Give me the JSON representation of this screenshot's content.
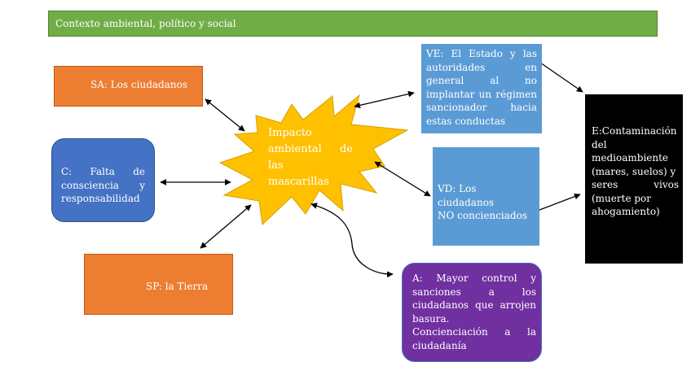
{
  "header": {
    "title": "Contexto ambiental, político y social"
  },
  "central": {
    "lines": [
      "Impacto",
      "ambiental de",
      "las",
      "mascarillas"
    ]
  },
  "nodes": {
    "sa": {
      "text": "SA: Los ciudadanos"
    },
    "c": {
      "lines": [
        "C: Falta de",
        "consciencia y",
        "responsabilidad"
      ]
    },
    "sp": {
      "text": "SP: la Tierra"
    },
    "ve": {
      "lines": [
        "VE: El Estado y las",
        "autoridades en",
        "general al no",
        "implantar un régimen",
        "sancionador hacia",
        "estas conductas"
      ]
    },
    "vd": {
      "lines": [
        "VD: Los ciudadanos",
        "NO concienciados"
      ]
    },
    "a": {
      "lines": [
        "A: Mayor control y",
        "sanciones a los",
        "ciudadanos que arrojen",
        "basura.",
        "Concienciación a la",
        "ciudadanía"
      ]
    },
    "e": {
      "lines": [
        "E:Contaminación",
        "del",
        "medioambiente",
        "(mares, suelos) y",
        "seres vivos",
        "(muerte por",
        "ahogamiento)"
      ]
    }
  },
  "colors": {
    "header": "#70ad47",
    "orange": "#ed7d31",
    "blue_dark": "#4472c4",
    "blue_light": "#5b9bd5",
    "purple": "#7030a0",
    "black": "#000000",
    "burst": "#ffc000"
  }
}
